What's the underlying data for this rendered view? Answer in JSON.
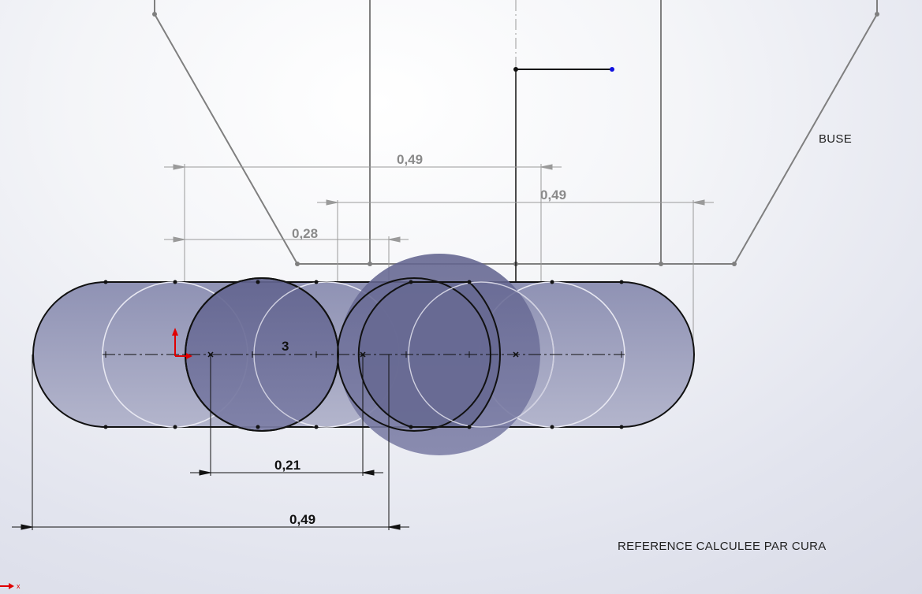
{
  "labels": {
    "nozzle": "BUSE",
    "reference_note": "REFERENCE CALCULEE PAR CURA",
    "relation_marker": "3"
  },
  "dimensions": {
    "top_width": "0,49",
    "upper_right_width": "0,49",
    "left_offset": "0,28",
    "center_spacing": "0,21",
    "bottom_width": "0,49"
  },
  "origin_axis": {
    "x_label": "x"
  },
  "colors": {
    "slot_fill": "#a7aac4",
    "circle_fill": "#6b6c98",
    "overlap_fill": "#4c4c7a",
    "nozzle_outline": "#7f7f7f",
    "dimension_gray": "#8a8a8a",
    "dimension_black": "#111111",
    "origin_red": "#e00000",
    "endpoint_blue": "#1010e0"
  }
}
